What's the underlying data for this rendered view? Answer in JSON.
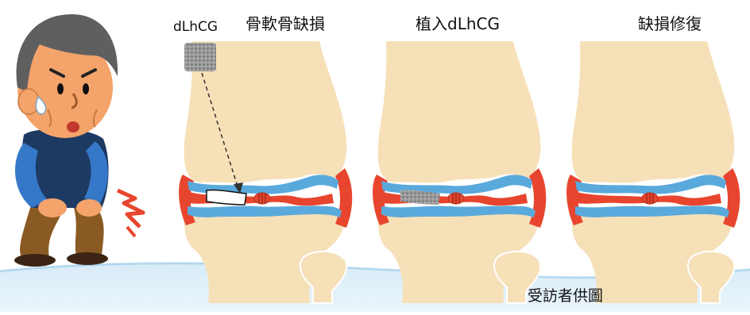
{
  "labels": {
    "graft": "dLhCG",
    "panel1_title": "骨軟骨缺損",
    "panel2_title": "植入dLhCG",
    "panel3_title": "缺損修復"
  },
  "credit": "受訪者供圖",
  "colors": {
    "bone": "#f6e0b8",
    "cartilage": "#5aa9dc",
    "membrane": "#e8452e",
    "graft": "#8f8f8f",
    "wave": "#8fc3e6"
  }
}
